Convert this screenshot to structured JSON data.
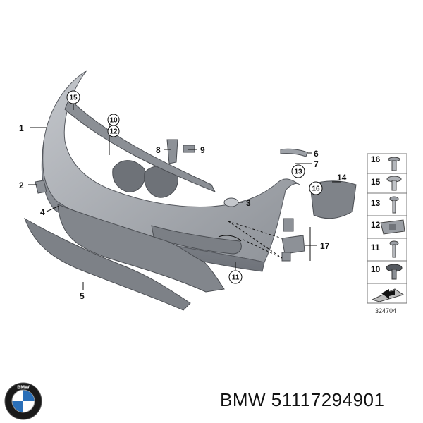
{
  "diagram": {
    "callouts": {
      "c1": "1",
      "c2": "2",
      "c3": "3",
      "c4": "4",
      "c5": "5",
      "c6": "6",
      "c7": "7",
      "c8": "8",
      "c9": "9",
      "c10": "10",
      "c11": "11",
      "c12": "12",
      "c13": "13",
      "c14": "14",
      "c15": "15",
      "c16": "16",
      "c17": "17"
    },
    "legend": {
      "items": [
        "16",
        "15",
        "13",
        "12",
        "11",
        "10"
      ],
      "diagram_id": "324704"
    }
  },
  "footer": {
    "brand": "BMW",
    "part_number": "51117294901",
    "logo_text": "BMW"
  },
  "colors": {
    "bumper_fill": "#a9adb3",
    "bumper_dark": "#7d8188",
    "line": "#111111",
    "background": "#ffffff"
  }
}
